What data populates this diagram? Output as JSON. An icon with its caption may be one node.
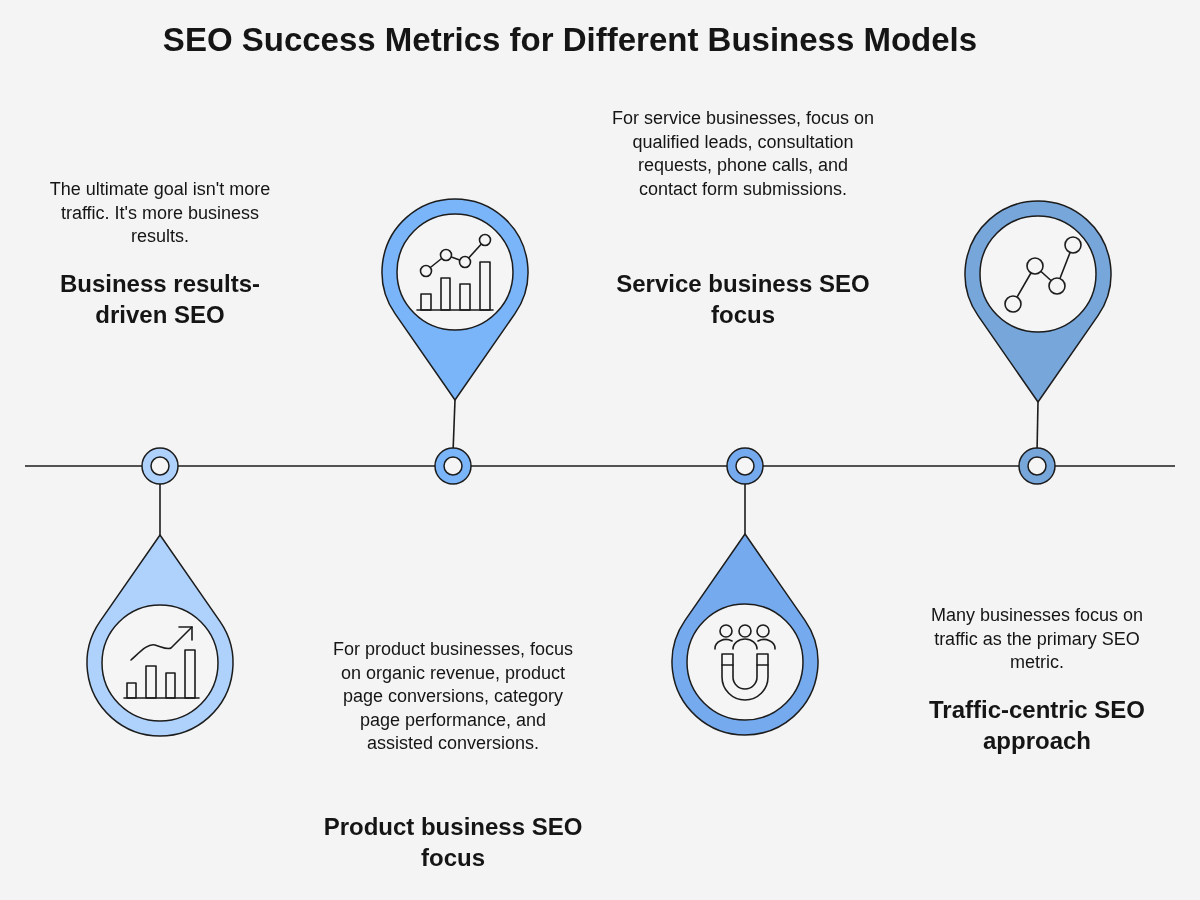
{
  "diagram": {
    "title": "SEO Success Metrics for Different Business Models",
    "nodes": [
      {
        "text": [],
        "shape": "circle",
        "beside": [
          "The ultimate goal isn't more traffic. It's more business results.",
          "Business results-driven SEO"
        ]
      },
      {
        "text": [],
        "shape": "circle",
        "beside": [
          "For product businesses, focus on organic revenue, product page conversions, category page performance, and assisted conversions.",
          "Product business SEO focus"
        ]
      },
      {
        "text": [],
        "shape": "circle"
      },
      {
        "text": [],
        "shape": "circle",
        "beside": [
          "Many businesses focus on traffic as the primary SEO metric.",
          "Traffic-centric SEO approach"
        ]
      },
      {
        "text": [],
        "shape": "pin"
      },
      {
        "text": [],
        "shape": "pin"
      },
      {
        "text": [],
        "shape": "pin"
      },
      {
        "text": [],
        "shape": "pin"
      }
    ],
    "edges": [
      {
        "from": null,
        "to": 0,
        "arrow": "none"
      },
      {
        "from": 0,
        "to": 1,
        "arrow": "none"
      },
      {
        "from": 1,
        "to": 2,
        "arrow": "none"
      },
      {
        "from": 2,
        "to": 3,
        "arrow": "none"
      },
      {
        "from": 3,
        "to": null,
        "arrow": "none"
      },
      {
        "from": 0,
        "to": 4,
        "arrow": "none"
      },
      {
        "from": 1,
        "to": 5,
        "arrow": "none"
      },
      {
        "from": 2,
        "to": 6,
        "arrow": "none"
      },
      {
        "from": 3,
        "to": 7,
        "arrow": "none"
      }
    ],
    "labels": [
      "For service businesses, focus on qualified leads, consultation requests, phone calls, and contact form submissions.",
      "Service business SEO focus"
    ]
  }
}
